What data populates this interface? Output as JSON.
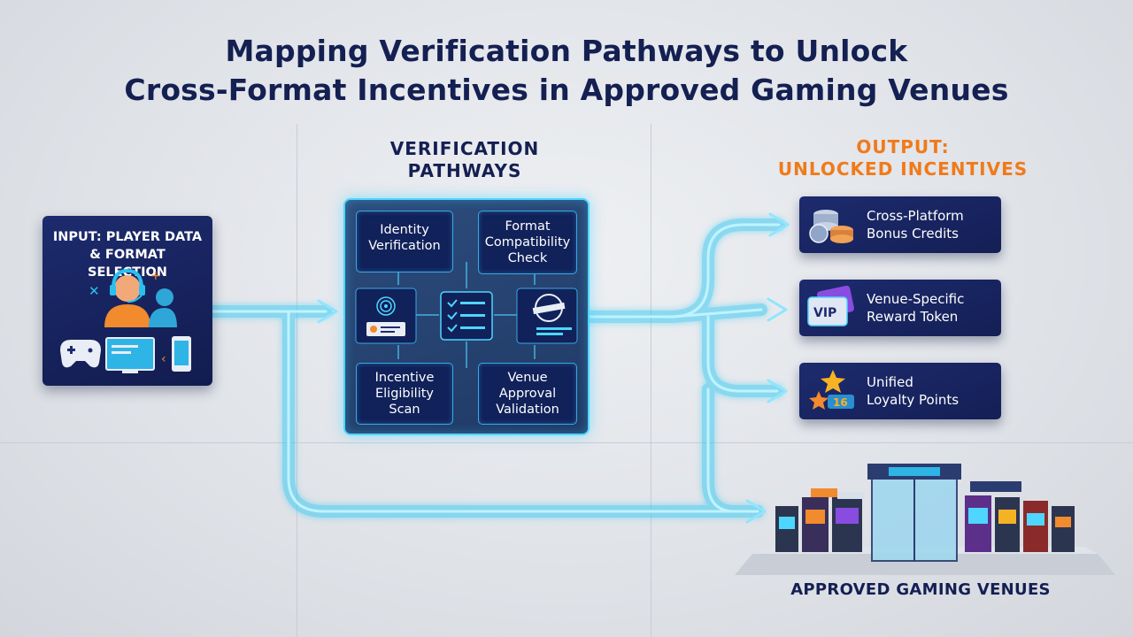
{
  "title": {
    "line1": "Mapping Verification Pathways to Unlock",
    "line2": "Cross-Format Incentives in Approved Gaming Venues"
  },
  "input": {
    "line1": "INPUT: PLAYER DATA",
    "line2": "& FORMAT SELECTION"
  },
  "verification": {
    "heading_line1": "VERIFICATION",
    "heading_line2": "PATHWAYS",
    "steps": [
      {
        "line1": "Identity",
        "line2": "Verification"
      },
      {
        "line1": "Format",
        "line2": "Compatibility",
        "line3": "Check"
      },
      {
        "line1": "Incentive",
        "line2": "Eligibility",
        "line3": "Scan"
      },
      {
        "line1": "Venue",
        "line2": "Approval",
        "line3": "Validation"
      }
    ]
  },
  "output": {
    "heading_line1": "OUTPUT:",
    "heading_line2": "UNLOCKED INCENTIVES",
    "rewards": [
      {
        "line1": "Cross-Platform",
        "line2": "Bonus Credits",
        "icon": "coin-stack-icon"
      },
      {
        "line1": "Venue-Specific",
        "line2": "Reward Token",
        "icon": "vip-card-icon",
        "badge": "VIP"
      },
      {
        "line1": "Unified",
        "line2": "Loyalty Points",
        "icon": "stars-icon",
        "badge": "16"
      }
    ]
  },
  "venues": {
    "caption": "APPROVED GAMING VENUES"
  },
  "colors": {
    "navy": "#141f52",
    "card": "#1d2b6e",
    "glow": "#4fd6ff",
    "accent_orange": "#f07a1a"
  }
}
